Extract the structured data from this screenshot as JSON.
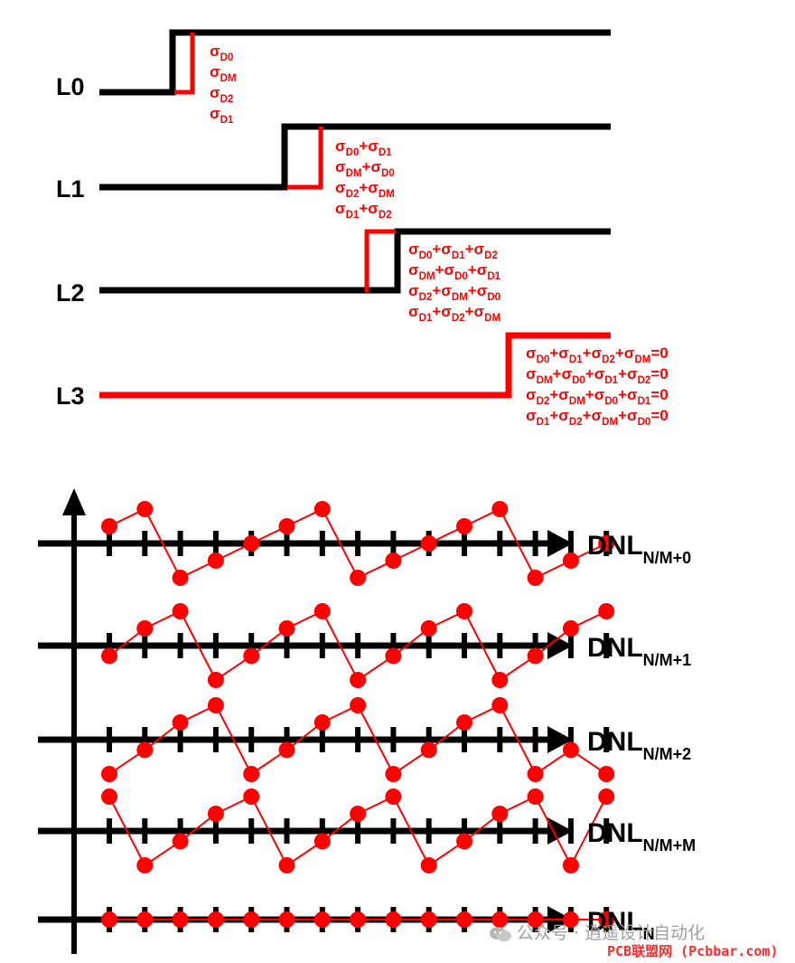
{
  "levels": [
    {
      "name": "L0",
      "lines": [
        [
          "σ",
          "D0"
        ],
        [
          "σ",
          "DM"
        ],
        [
          "σ",
          "D2"
        ],
        [
          "σ",
          "D1"
        ]
      ]
    },
    {
      "name": "L1",
      "lines": [
        [
          "σ",
          "D0",
          "+σ",
          "D1"
        ],
        [
          "σ",
          "DM",
          "+σ",
          "D0"
        ],
        [
          "σ",
          "D2",
          "+σ",
          "DM"
        ],
        [
          "σ",
          "D1",
          "+σ",
          "D2"
        ]
      ]
    },
    {
      "name": "L2",
      "lines": [
        [
          "σ",
          "D0",
          "+σ",
          "D1",
          "+σ",
          "D2"
        ],
        [
          "σ",
          "DM",
          "+σ",
          "D0",
          "+σ",
          "D1"
        ],
        [
          "σ",
          "D2",
          "+σ",
          "DM",
          "+σ",
          "D0"
        ],
        [
          "σ",
          "D1",
          "+σ",
          "D2",
          "+σ",
          "DM"
        ]
      ]
    },
    {
      "name": "L3",
      "lines": [
        [
          "σ",
          "D0",
          "+σ",
          "D1",
          "+σ",
          "D2",
          "+σ",
          "DM",
          "=0"
        ],
        [
          "σ",
          "DM",
          "+σ",
          "D0",
          "+σ",
          "D1",
          "+σ",
          "D2",
          "=0"
        ],
        [
          "σ",
          "D2",
          "+σ",
          "DM",
          "+σ",
          "D0",
          "+σ",
          "D1",
          "=0"
        ],
        [
          "σ",
          "D1",
          "+σ",
          "D2",
          "+σ",
          "DM",
          "+σ",
          "D0",
          "=0"
        ]
      ]
    }
  ],
  "dnl_rows": [
    {
      "label": "DNL",
      "sub": "N/M+0",
      "values": [
        0.5,
        1,
        -1,
        -0.5,
        0,
        0.5,
        1,
        -1,
        -0.5,
        0,
        0.5,
        1,
        -1,
        -0.5,
        0
      ]
    },
    {
      "label": "DNL",
      "sub": "N/M+1",
      "values": [
        -0.3,
        0.5,
        1,
        -1,
        -0.3,
        0.5,
        1,
        -1,
        -0.3,
        0.5,
        1,
        -1,
        -0.3,
        0.5,
        1
      ]
    },
    {
      "label": "DNL",
      "sub": "N/M+2",
      "values": [
        -1,
        -0.3,
        0.5,
        1,
        -1,
        -0.3,
        0.5,
        1,
        -1,
        -0.3,
        0.5,
        1,
        -1,
        -0.3,
        -1
      ]
    },
    {
      "label": "DNL",
      "sub": "N/M+M",
      "values": [
        1,
        -1,
        -0.3,
        0.5,
        1,
        -1,
        -0.3,
        0.5,
        1,
        -1,
        -0.3,
        0.5,
        1,
        -1,
        1
      ]
    },
    {
      "label": "DNL",
      "sub": "N",
      "values": [
        0,
        0,
        0,
        0,
        0,
        0,
        0,
        0,
        0,
        0,
        0,
        0,
        0,
        0,
        0
      ]
    }
  ],
  "watermark": {
    "account": "公众号 · 逍遥设计自动化",
    "site": "PCB联盟网 (Pcbbar.com)"
  },
  "colors": {
    "trace": "#000000",
    "highlight": "#ff0000"
  }
}
